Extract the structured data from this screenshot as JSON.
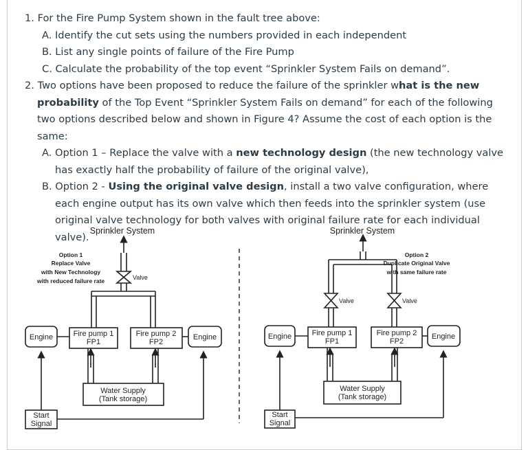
{
  "q1": {
    "num": "1.",
    "text": "For the Fire Pump System shown in the fault tree above:",
    "items": [
      "A. Identify the cut sets using the numbers provided in each independent",
      "B. List any single points of failure of the Fire Pump",
      "C. Calculate the probability of the top event “Sprinkler System Fails on demand”."
    ]
  },
  "q2": {
    "num": "2.",
    "intro_a": "Two options have been proposed to reduce the failure of the sprinkler w",
    "intro_b": "hat is the new probability",
    "intro_c": " of the Top Event “Sprinkler System Fails on demand” for each of the following two options described below and shown in Figure 4? Assume the cost of each option is the same:",
    "optA_a": "A. Option 1 – Replace the valve with a ",
    "optA_b": "new technology design",
    "optA_c": " (the new technology valve has exactly half the probability of failure of the original valve),",
    "optB_a": "B. Option 2 - ",
    "optB_b": "Using the original valve design",
    "optB_c": ", install a two valve configuration, where each engine output has its own valve which then feeds into the sprinkler system (use original valve technology for both valves with original failure rate for each individual valve)."
  },
  "figure": {
    "left": {
      "title": "Sprinkler System",
      "note": [
        "Option 1",
        "Replace Valve",
        "with New Technology",
        "with reduced failure rate"
      ],
      "valve": "Valve",
      "engine_left": "Engine",
      "engine_right": "Engine",
      "pump1": [
        "Fire pump 1",
        "FP1"
      ],
      "pump2": [
        "Fire pump 2",
        "FP2"
      ],
      "water": [
        "Water Supply",
        "(Tank storage)"
      ],
      "start": [
        "Start",
        "Signal"
      ]
    },
    "right": {
      "title": "Sprinkler System",
      "note": [
        "Option 2",
        "Duplicate Original Valve",
        "with same failure rate"
      ],
      "valve1": "Valve",
      "valve2": "Valve",
      "engine_left": "Engine",
      "engine_right": "Engine",
      "pump1": [
        "Fire pump 1",
        "FP1"
      ],
      "pump2": [
        "Fire pump 2",
        "FP2"
      ],
      "water": [
        "Water Supply",
        "(Tank storage)"
      ],
      "start": [
        "Start",
        "Signal"
      ]
    }
  }
}
